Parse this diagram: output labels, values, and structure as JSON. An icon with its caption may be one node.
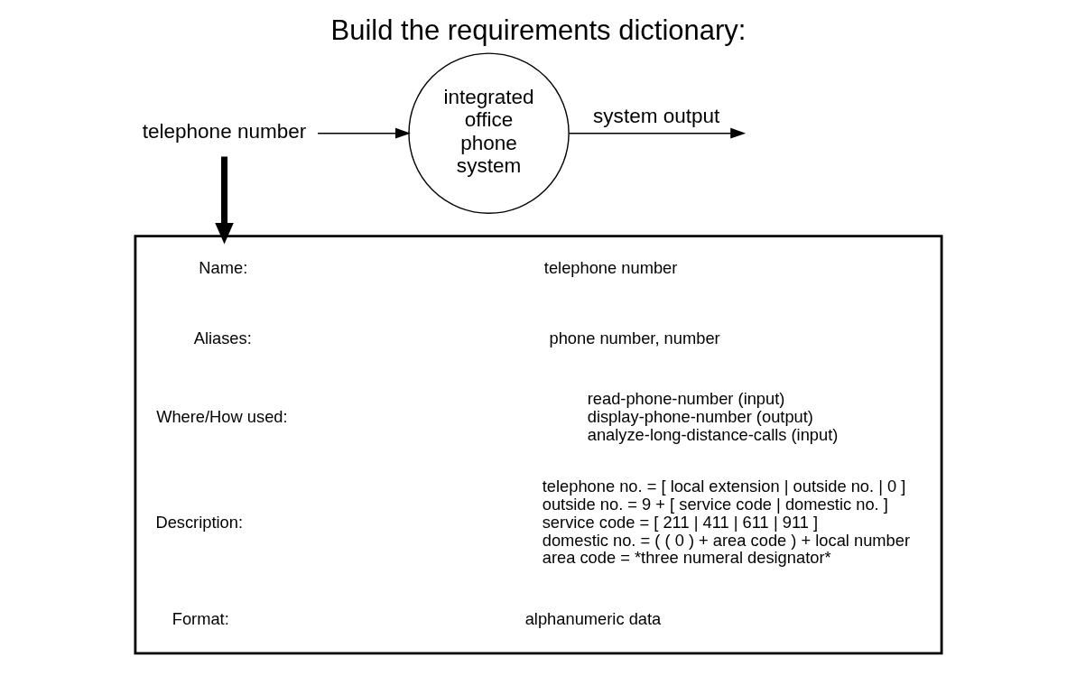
{
  "diagram": {
    "title": "Build the requirements dictionary:",
    "nodes": [
      {
        "text": [
          "telephone number"
        ]
      },
      {
        "text": [
          "integrated office phone system"
        ]
      },
      {
        "text": [],
        "shape": "box"
      },
      {
        "text": [
          "Name:"
        ],
        "in": 2
      },
      {
        "text": [
          "telephone number"
        ],
        "in": 2
      },
      {
        "text": [
          "Aliases:"
        ],
        "in": 2
      },
      {
        "text": [
          "phone number, number"
        ],
        "in": 2
      },
      {
        "text": [
          "Where/How used:"
        ],
        "in": 2
      },
      {
        "text": [
          "read-phone-number (input)",
          "display-phone-number (output)",
          "analyze-long-distance-calls (input)"
        ],
        "in": 2
      },
      {
        "text": [
          "Description:"
        ],
        "in": 2
      },
      {
        "text": [
          "telephone no. = [ local extension | outside no. | 0 ]",
          "outside no. = 9 + [ service code | domestic no. ]",
          "service code = [ 211 | 411 | 611 | 911 ]",
          "domestic no. = ( ( 0 ) + area code ) + local number",
          "area code = *three numeral designator*"
        ],
        "in": 2
      },
      {
        "text": [
          "Format:"
        ],
        "in": 2
      },
      {
        "text": [
          "alphanumeric data"
        ],
        "in": 2
      }
    ],
    "edges": [
      {
        "from": 0,
        "to": 1,
        "arrow": "to"
      },
      {
        "from": 1,
        "to": null,
        "arrow": "to",
        "label": "system output"
      },
      {
        "from": 0,
        "to": 2,
        "arrow": "to",
        "style": "thick"
      }
    ]
  }
}
